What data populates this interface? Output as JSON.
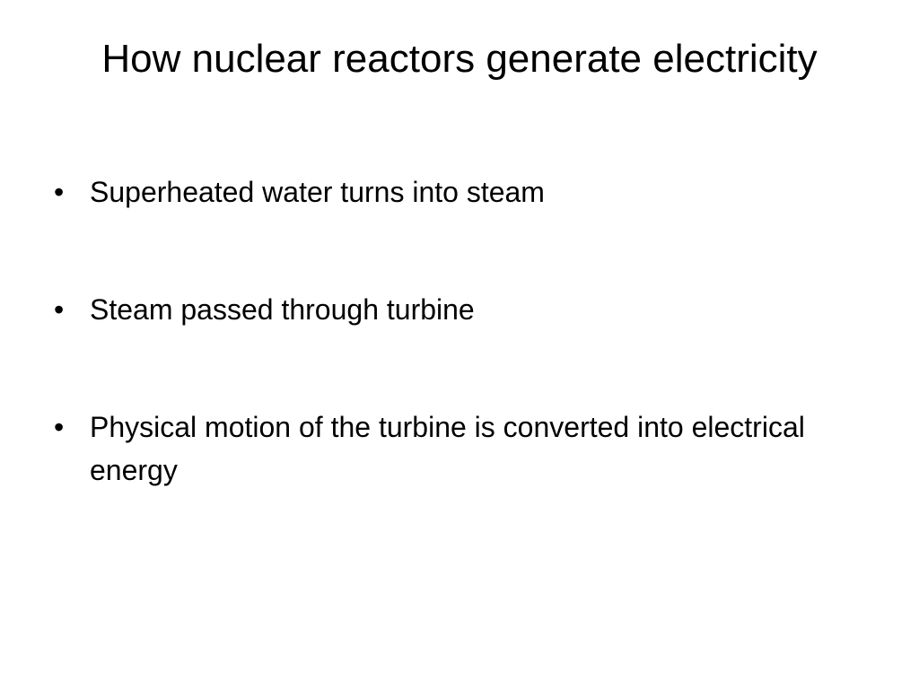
{
  "slide": {
    "title": "How nuclear reactors generate electricity",
    "bullet_glyph": "•",
    "bullets": [
      "Superheated water turns into steam",
      "Steam passed through turbine",
      "Physical motion of the turbine is converted into electrical energy"
    ]
  }
}
